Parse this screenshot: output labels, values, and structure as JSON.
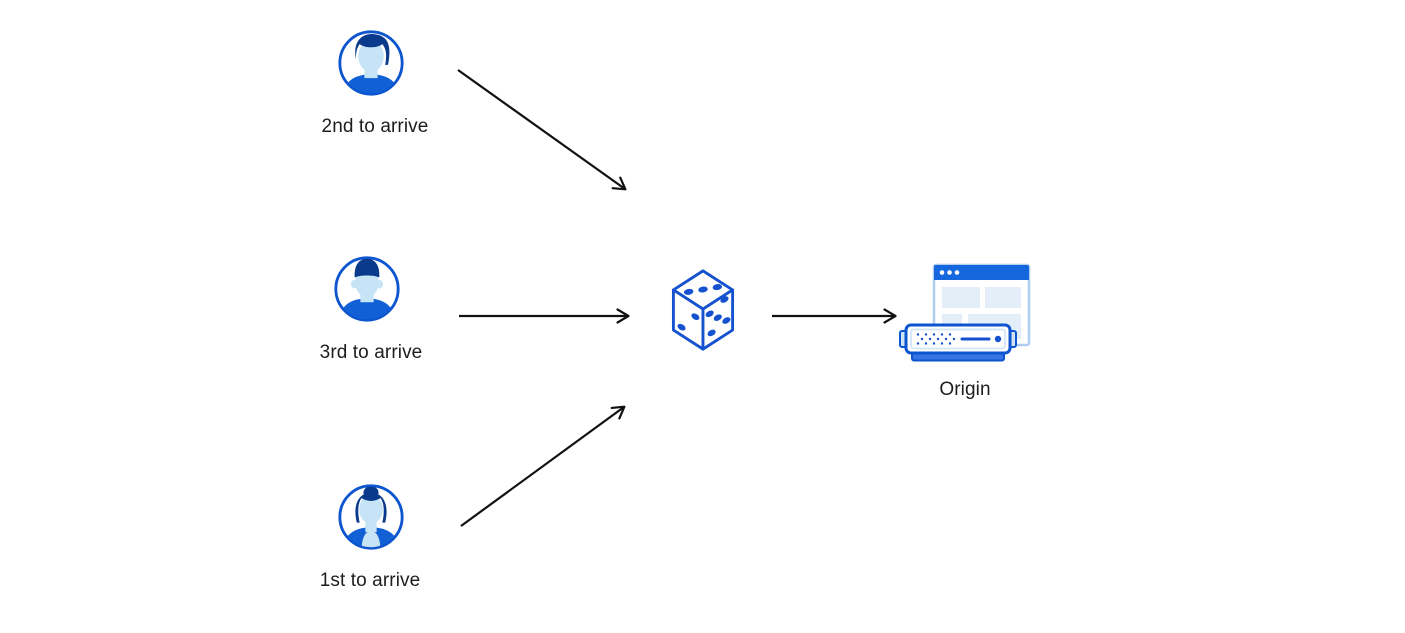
{
  "diagram": {
    "clients": [
      {
        "label": "2nd to arrive",
        "icon": "user-avatar-male-swoosh-hair-icon"
      },
      {
        "label": "3rd to arrive",
        "icon": "user-avatar-male-short-hair-icon"
      },
      {
        "label": "1st to arrive",
        "icon": "user-avatar-female-bun-hair-icon"
      }
    ],
    "randomizer": {
      "icon": "dice-icon"
    },
    "origin": {
      "label": "Origin",
      "icon": "origin-server-browser-icon"
    },
    "arrows": [
      {
        "name": "arrow-client2-to-dice",
        "from": "2nd to arrive",
        "to": "dice"
      },
      {
        "name": "arrow-client3-to-dice",
        "from": "3rd to arrive",
        "to": "dice"
      },
      {
        "name": "arrow-client1-to-dice",
        "from": "1st to arrive",
        "to": "dice"
      },
      {
        "name": "arrow-dice-to-origin",
        "from": "dice",
        "to": "Origin"
      }
    ],
    "colors": {
      "stroke_blue": "#0d55cf",
      "dice_blue": "#1552cf",
      "hair_navy": "#0a3a8c",
      "skin_light_blue": "#c6e4f5",
      "shirt_blue": "#1160d6",
      "titlebar_blue": "#1567de",
      "panel_light_blue": "#e3eef8",
      "window_border_blue": "#aecdf0",
      "server_base_blue": "#3575e3",
      "arrow_black": "#111111",
      "label_text": "#1d1d1f",
      "background": "#ffffff"
    }
  }
}
